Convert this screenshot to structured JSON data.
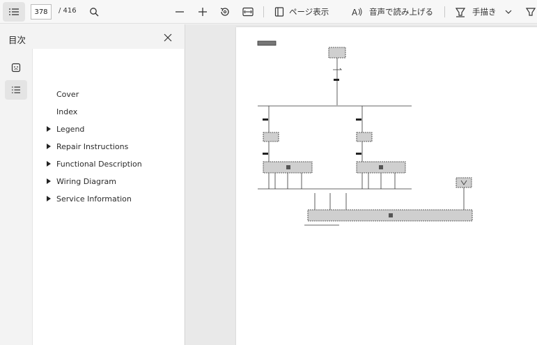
{
  "toolbar": {
    "page_number": "378",
    "page_total": "/ 416",
    "page_view_label": "ページ表示",
    "read_aloud_label": "音声で読み上げる",
    "draw_label": "手描き"
  },
  "sidebar": {
    "title": "目次",
    "items": [
      {
        "label": "Cover",
        "expandable": false
      },
      {
        "label": "Index",
        "expandable": false
      },
      {
        "label": "Legend",
        "expandable": true
      },
      {
        "label": "Repair Instructions",
        "expandable": true
      },
      {
        "label": "Functional Description",
        "expandable": true
      },
      {
        "label": "Wiring Diagram",
        "expandable": true
      },
      {
        "label": "Service Information",
        "expandable": true
      }
    ]
  },
  "icons": [
    "contents-icon",
    "search-icon",
    "zoom-out-icon",
    "zoom-in-icon",
    "rotate-icon",
    "fit-page-icon",
    "page-view-icon",
    "read-aloud-icon",
    "draw-icon",
    "chevron-down-icon",
    "highlight-icon",
    "close-icon",
    "thumbnails-icon",
    "toc-list-icon"
  ]
}
